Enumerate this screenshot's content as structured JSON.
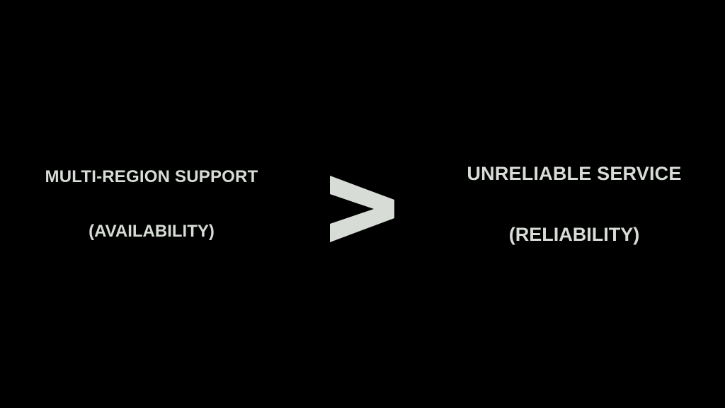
{
  "slide": {
    "left": {
      "title": "MULTI-REGION SUPPORT",
      "subtitle": "(AVAILABILITY)"
    },
    "comparison_symbol": ">",
    "right": {
      "title": "UNRELIABLE SERVICE",
      "subtitle": "(RELIABILITY)"
    }
  },
  "colors": {
    "background": "#000000",
    "text": "#d7dcd6"
  },
  "icons": {
    "comparison": "greater-than-icon"
  }
}
